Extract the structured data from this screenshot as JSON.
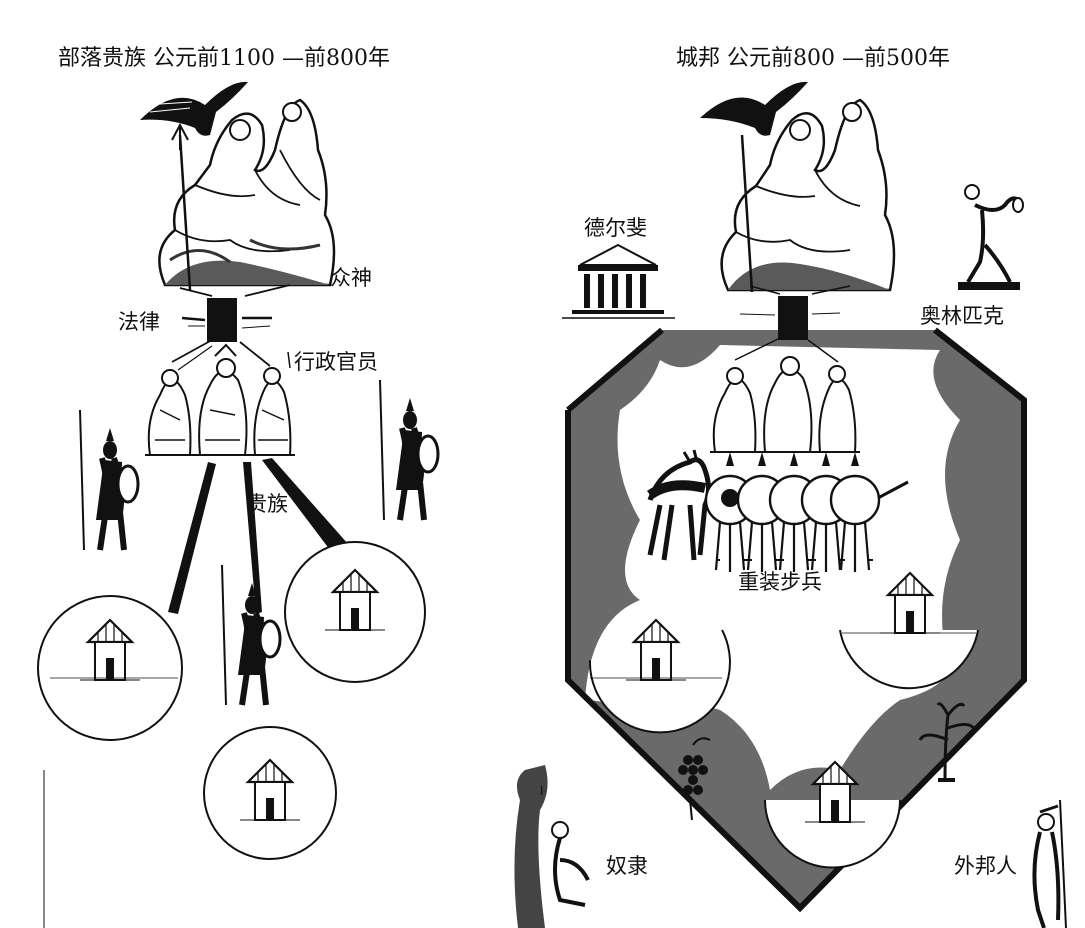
{
  "left_panel": {
    "title": "部落贵族  公元前1100 —前800年",
    "labels": {
      "gods": "众神",
      "law": "法律",
      "magistrates": "行政官员",
      "nobles": "贵族"
    }
  },
  "right_panel": {
    "title": "城邦   公元前800 —前500年",
    "labels": {
      "delphi": "德尔斐",
      "olympics": "奥林匹克",
      "hoplites": "重装步兵",
      "slaves": "奴隶",
      "foreigners": "外邦人"
    }
  },
  "icons": [
    "eagle-icon",
    "zeus-hera-statue-icon",
    "greek-temple-icon",
    "discus-thrower-icon",
    "magistrate-figures-icon",
    "horseman-icon",
    "hoplite-shields-icon",
    "house-icon",
    "grape-vine-icon",
    "olive-tree-icon",
    "slave-figure-icon",
    "foreigner-figure-icon"
  ],
  "colors": {
    "ink": "#111111",
    "paper": "#ffffff",
    "rock": "#6a6a6a"
  }
}
